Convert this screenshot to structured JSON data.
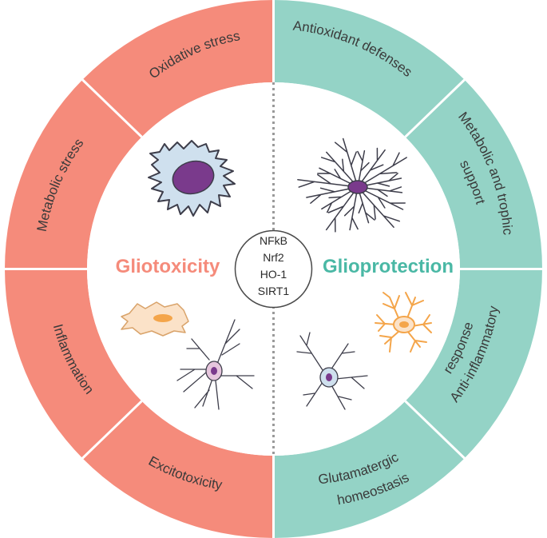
{
  "colors": {
    "left_segment": "#f58b7b",
    "right_segment": "#94d3c6",
    "gliotoxicity": "#f58b7b",
    "glioprotection": "#4ab8a5",
    "divider": "#9a9a9a",
    "cell_outline": "#3d3d4a",
    "astrocyte_fill": "#cfe0ee",
    "nucleus_purple": "#7a3a8c",
    "orange_cell": "#f4a54a",
    "pink_cell": "#e6c6dd"
  },
  "segments": {
    "oxidative_stress": "Oxidative stress",
    "metabolic_stress": "Metabolic stress",
    "inflammation": "Inflammation",
    "excitotoxicity": "Excitotoxicity",
    "antioxidant_defenses": "Antioxidant defenses",
    "metabolic_trophic_line1": "Metabolic and trophic",
    "metabolic_trophic_line2": "support",
    "anti_inflammatory_line1": "Anti-inflammatory",
    "anti_inflammatory_line2": "response",
    "glutamatergic_line1": "Glutamatergic",
    "glutamatergic_line2": "homeostasis"
  },
  "center": {
    "left_title": "Gliotoxicity",
    "right_title": "Glioprotection",
    "markers": [
      "NFkB",
      "Nrf2",
      "HO-1",
      "SIRT1"
    ]
  },
  "icons": {
    "reactive_astrocyte": "reactive-astrocyte-icon",
    "ramified_astrocyte": "ramified-astrocyte-icon",
    "activated_microglia": "activated-microglia-icon",
    "reactive_neuron": "reactive-neuron-icon",
    "resting_microglia": "resting-microglia-icon",
    "healthy_neuron": "healthy-neuron-icon"
  }
}
